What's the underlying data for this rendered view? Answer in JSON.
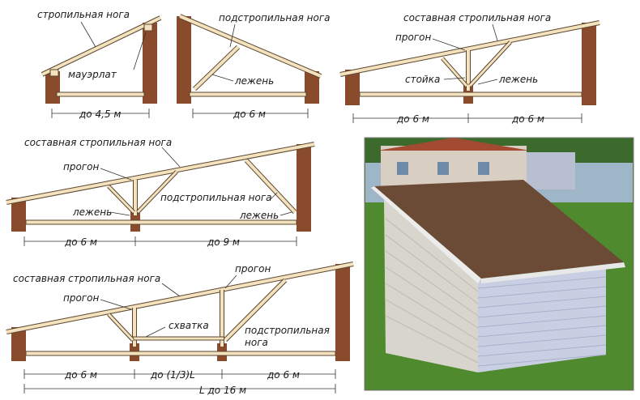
{
  "diagram1": {
    "label_rafter": "стропильная нога",
    "label_mauerlat": "мауэрлат",
    "dim_span": "до 4,5 м"
  },
  "diagram2": {
    "label_strut": "подстропильная нога",
    "label_bed": "лежень",
    "dim_span": "до 6 м"
  },
  "diagram3": {
    "label_rafter": "составная стропильная нога",
    "label_purlin": "прогон",
    "label_post": "стойка",
    "label_bed": "лежень",
    "dim_left": "до 6 м",
    "dim_right": "до 6 м"
  },
  "diagram4": {
    "label_rafter": "составная стропильная нога",
    "label_purlin": "прогон",
    "label_strut": "подстропильная нога",
    "label_bed_left": "лежень",
    "label_bed_right": "лежень",
    "dim_left": "до 6 м",
    "dim_right": "до 9 м"
  },
  "diagram5": {
    "label_rafter": "составная стропильная нога",
    "label_purlin_top": "прогон",
    "label_purlin_left": "прогон",
    "label_tie": "схватка",
    "label_strut_1": "подстропильная",
    "label_strut_2": "нога",
    "dim_left": "до 6 м",
    "dim_mid": "до (1/3)L",
    "dim_right": "до 6 м",
    "dim_total": "L до 16 м"
  },
  "colors": {
    "wall": "#8a4a2c",
    "timber": "#f3e2bd",
    "timber_edge": "#5a4630",
    "roof": "#6b4a36",
    "siding": "#c9cfe3",
    "grass": "#4f8a2e"
  }
}
